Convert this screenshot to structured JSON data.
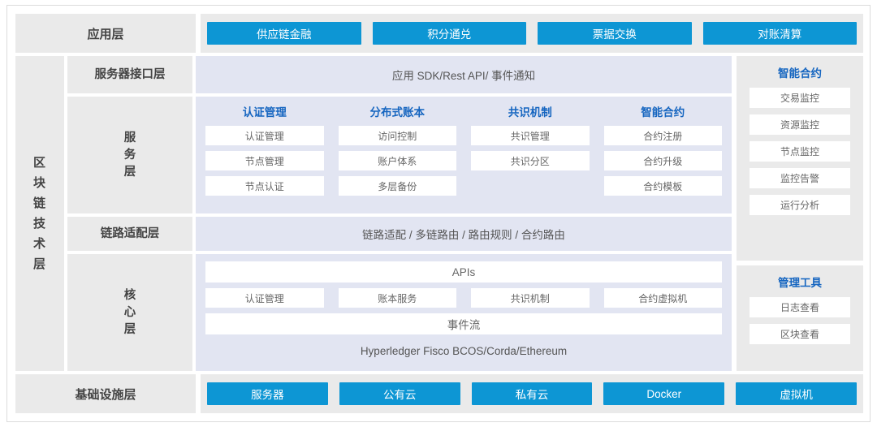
{
  "application_layer": {
    "label": "应用层",
    "apps": [
      {
        "label": "供应链金融"
      },
      {
        "label": "积分通兑"
      },
      {
        "label": "票据交换"
      },
      {
        "label": "对账清算"
      }
    ]
  },
  "spine": {
    "label": "区块链技术层",
    "chars": [
      "区",
      "块",
      "链",
      "技",
      "术",
      "层"
    ]
  },
  "layers": {
    "server_interface": {
      "name": "服务器接口层",
      "content": "应用 SDK/Rest API/ 事件通知"
    },
    "service": {
      "name_chars": [
        "服",
        "务",
        "层"
      ],
      "columns": [
        {
          "header": "认证管理",
          "items": [
            "认证管理",
            "节点管理",
            "节点认证"
          ]
        },
        {
          "header": "分布式账本",
          "items": [
            "访问控制",
            "账户体系",
            "多层备份"
          ]
        },
        {
          "header": "共识机制",
          "items": [
            "共识管理",
            "共识分区"
          ]
        },
        {
          "header": "智能合约",
          "items": [
            "合约注册",
            "合约升级",
            "合约模板"
          ]
        }
      ]
    },
    "link_adaptation": {
      "name": "链路适配层",
      "content": "链路适配 / 多链路由 / 路由规则 / 合约路由"
    },
    "core": {
      "name_chars": [
        "核",
        "心",
        "层"
      ],
      "apis": "APIs",
      "modules": [
        "认证管理",
        "账本服务",
        "共识机制",
        "合约虚拟机"
      ],
      "event_stream": "事件流",
      "footer": "Hyperledger Fisco BCOS/Corda/Ethereum"
    }
  },
  "sidebar": {
    "smart_contract": {
      "title": "智能合约",
      "items": [
        "交易监控",
        "资源监控",
        "节点监控",
        "监控告警",
        "运行分析"
      ]
    },
    "management_tools": {
      "title": "管理工具",
      "items": [
        "日志查看",
        "区块查看"
      ]
    }
  },
  "infrastructure_layer": {
    "label": "基础设施层",
    "items": [
      {
        "label": "服务器"
      },
      {
        "label": "公有云"
      },
      {
        "label": "私有云"
      },
      {
        "label": "Docker"
      },
      {
        "label": "虚拟机"
      }
    ]
  },
  "colors": {
    "accent_blue": "#0d96d4",
    "header_blue": "#1565c0",
    "panel_gray": "#eaeaea",
    "panel_lavender": "#e2e5f2",
    "chip_white": "#ffffff",
    "text_dark": "#444444",
    "text_muted": "#666666"
  }
}
